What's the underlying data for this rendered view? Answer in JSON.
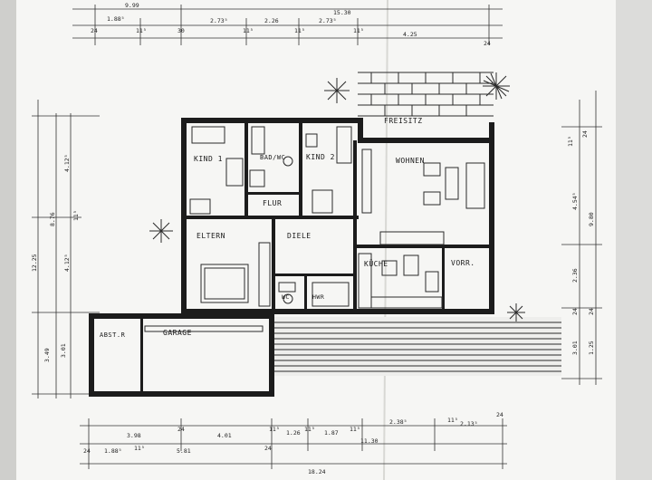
{
  "rooms": {
    "kind1": "KIND 1",
    "bad": "BAD/WC",
    "kind2": "KIND 2",
    "flur": "FLUR",
    "terrasse": "FREISITZ",
    "wohnen": "WOHNEN",
    "eltern": "ELTERN",
    "diele": "DIELE",
    "kueche": "KÜCHE",
    "vorr": "VORR.",
    "wc": "WC",
    "hwr": "HWR",
    "abst": "ABST.R",
    "garage": "GARAGE"
  },
  "dims_top": {
    "total_a": "9.99",
    "total_b": "15.30",
    "d1": "24",
    "d2": "1.88⁵",
    "d3": "11⁵",
    "d4": "30",
    "d5": "2.73⁵",
    "d6": "11⁵",
    "d7": "2.26",
    "d8": "11⁵",
    "d9": "2.73⁵",
    "d10": "11⁵",
    "d11": "4.25",
    "d12": "24"
  },
  "dims_bottom": {
    "d1": "3.98",
    "d2": "24",
    "d3": "4.01",
    "d4": "11⁵",
    "d5": "1.26",
    "d6": "11⁵",
    "d7": "1.87",
    "d8": "11⁵",
    "d9": "2.38⁵",
    "d10": "11⁵",
    "d11": "2.13⁵",
    "d12": "24",
    "e1": "24",
    "e2": "1.88⁵",
    "e3": "11⁵",
    "e4": "5.81",
    "e5": "24",
    "e6": "11.30",
    "total": "18.24"
  },
  "dims_left": {
    "total": "12.25",
    "sub": "8.76",
    "a": "4.12⁵",
    "b": "11⁵",
    "c": "4.12⁵",
    "d": "3.49",
    "e": "3.01"
  },
  "dims_right": {
    "a": "11⁵",
    "b": "24",
    "c": "4.54⁵",
    "d": "9.80",
    "e": "2.36",
    "f": "24",
    "g": "24",
    "h": "3.01",
    "i": "1.25"
  }
}
